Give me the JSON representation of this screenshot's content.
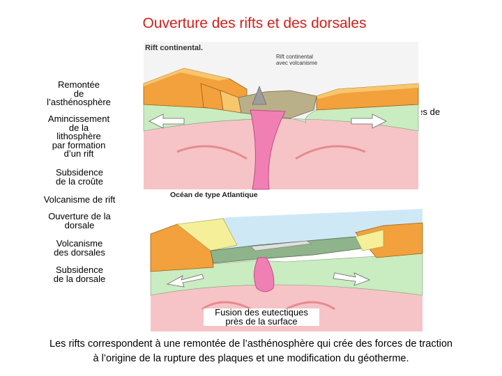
{
  "title": "Ouverture des rifts et des dorsales",
  "left_labels": [
    "Remontée\nde\nl’asthénosphère",
    "Amincissement\nde la\nlithosphère\npar formation\nd’un rift",
    "Subsidence\nde la croûte",
    "Volcanisme de rift",
    "Ouverture de la\ndorsale",
    "Volcanisme\ndes dorsales",
    "Subsidence\nde la dorsale"
  ],
  "right_label": "Les contraintes de\ntraction",
  "bottom_label": "Fusion des eutectiques\nprès de la surface",
  "figure_top": {
    "heading": "Rift continental.",
    "subheading_line1": "Rift continental",
    "subheading_line2": "avec volcanisme"
  },
  "figure_bottom": {
    "heading": "Océan de type Atlantique"
  },
  "caption": "Les rifts correspondent à une remontée de l’asthénosphère qui crée des forces de traction\nà l’origine de la rupture des plaques et une modification du géotherme.",
  "colors": {
    "title": "#d1201b",
    "crust_orange": "#f2a13c",
    "crust_light": "#f7c66d",
    "lithosphere_green": "#c9ecc0",
    "asthenosphere_pink": "#f6c4c6",
    "magma_pink": "#f07fb4",
    "ocean_blue": "#cfe8f6",
    "ocean_crust_green": "#8fb38a",
    "sediment_yellow": "#f5ef9a"
  }
}
